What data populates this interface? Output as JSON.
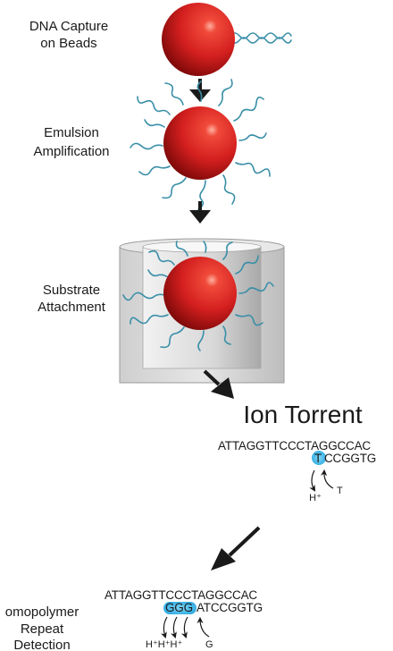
{
  "steps": {
    "capture": {
      "line1": "DNA Capture",
      "line2": "on Beads"
    },
    "emulsion": {
      "line1": "Emulsion",
      "line2": "Amplification"
    },
    "substrate": {
      "line1": "Substrate",
      "line2": "Attachment"
    }
  },
  "ion_torrent": {
    "title": "Ion Torrent",
    "top_strand": "ATTAGGTTCCCTAGGCCAC",
    "incorporated_base": "T",
    "bottom_strand_rest": "CCGGTG",
    "released": "H⁺",
    "added_nucleotide": "T"
  },
  "homopolymer": {
    "label_line1": "omopolymer",
    "label_line2": "Repeat",
    "label_line3": "Detection",
    "top_strand": "ATTAGGTTCCCTAGGCCAC",
    "incorporated_bases": "GGG",
    "bottom_strand_rest": "ATCCGGTG",
    "released": "H⁺H⁺H⁺",
    "added_nucleotide": "G"
  },
  "colors": {
    "bead": "#d41f1f",
    "strand": "#3a8fa8",
    "highlight": "#3fb8ec",
    "well": "#c9c9c9"
  }
}
